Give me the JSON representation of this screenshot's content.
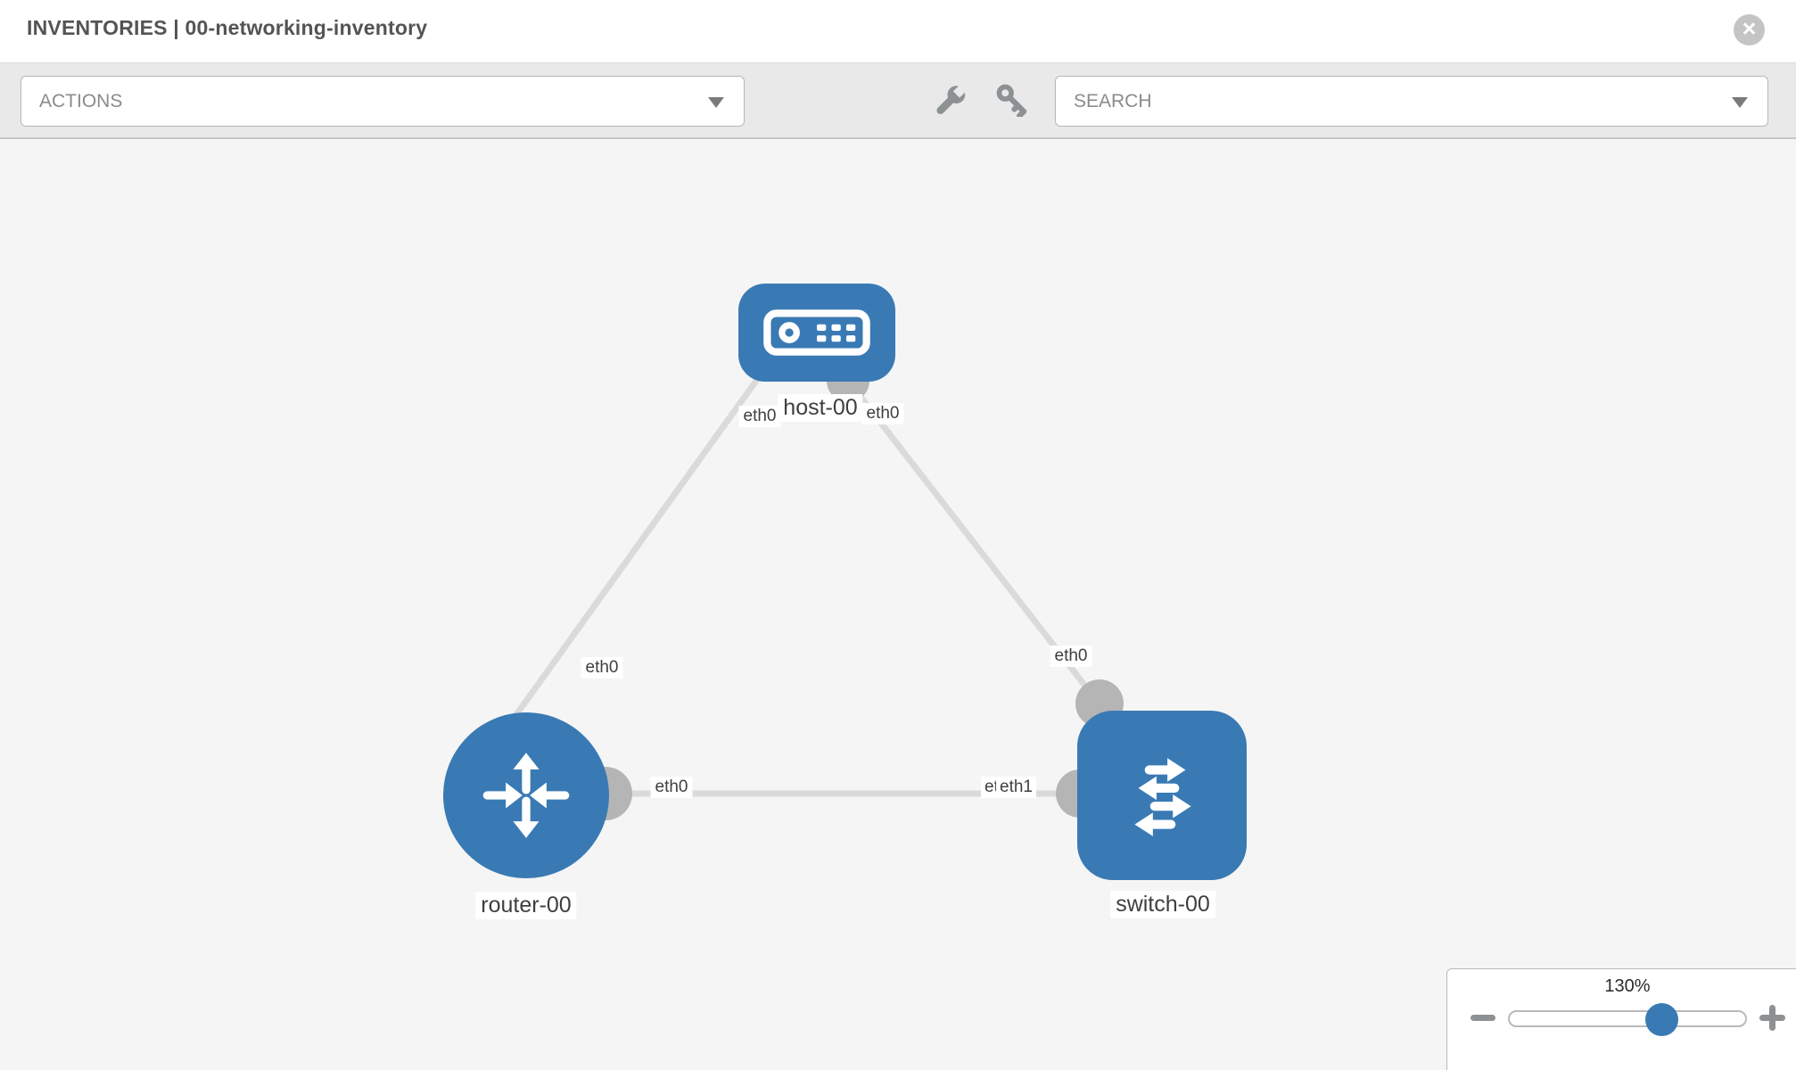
{
  "header": {
    "title": "INVENTORIES | 00-networking-inventory"
  },
  "icons": {
    "close": "×"
  },
  "toolbar": {
    "actions_label": "ACTIONS",
    "search_label": "SEARCH"
  },
  "topology": {
    "nodes": [
      {
        "id": "host-00",
        "type": "host",
        "label": "host-00"
      },
      {
        "id": "router-00",
        "type": "router",
        "label": "router-00"
      },
      {
        "id": "switch-00",
        "type": "switch",
        "label": "switch-00"
      }
    ],
    "links": [
      {
        "from": "host-00",
        "to": "router-00"
      },
      {
        "from": "host-00",
        "to": "switch-00"
      },
      {
        "from": "router-00",
        "to": "switch-00"
      }
    ],
    "port_labels": [
      {
        "text": "eth0",
        "location": "host-00-left"
      },
      {
        "text": "eth0",
        "location": "host-00-right"
      },
      {
        "text": "eth0",
        "location": "host-router-link-at-router"
      },
      {
        "text": "eth0",
        "location": "host-switch-link-at-switch"
      },
      {
        "text": "eth0",
        "location": "router-switch-link-at-router"
      },
      {
        "text": "eth0",
        "location": "router-switch-link-at-switch-under"
      },
      {
        "text": "eth1",
        "location": "router-switch-link-at-switch-over"
      }
    ]
  },
  "zoom_control": {
    "level": "130%"
  },
  "colors": {
    "node_blue": "#3a7ab4",
    "link_gray": "#dadada",
    "connector_gray": "#b5b5b5",
    "toolbar_bg": "#e9e9e9",
    "canvas_bg": "#f5f5f5",
    "icon_gray": "#8d9194"
  }
}
